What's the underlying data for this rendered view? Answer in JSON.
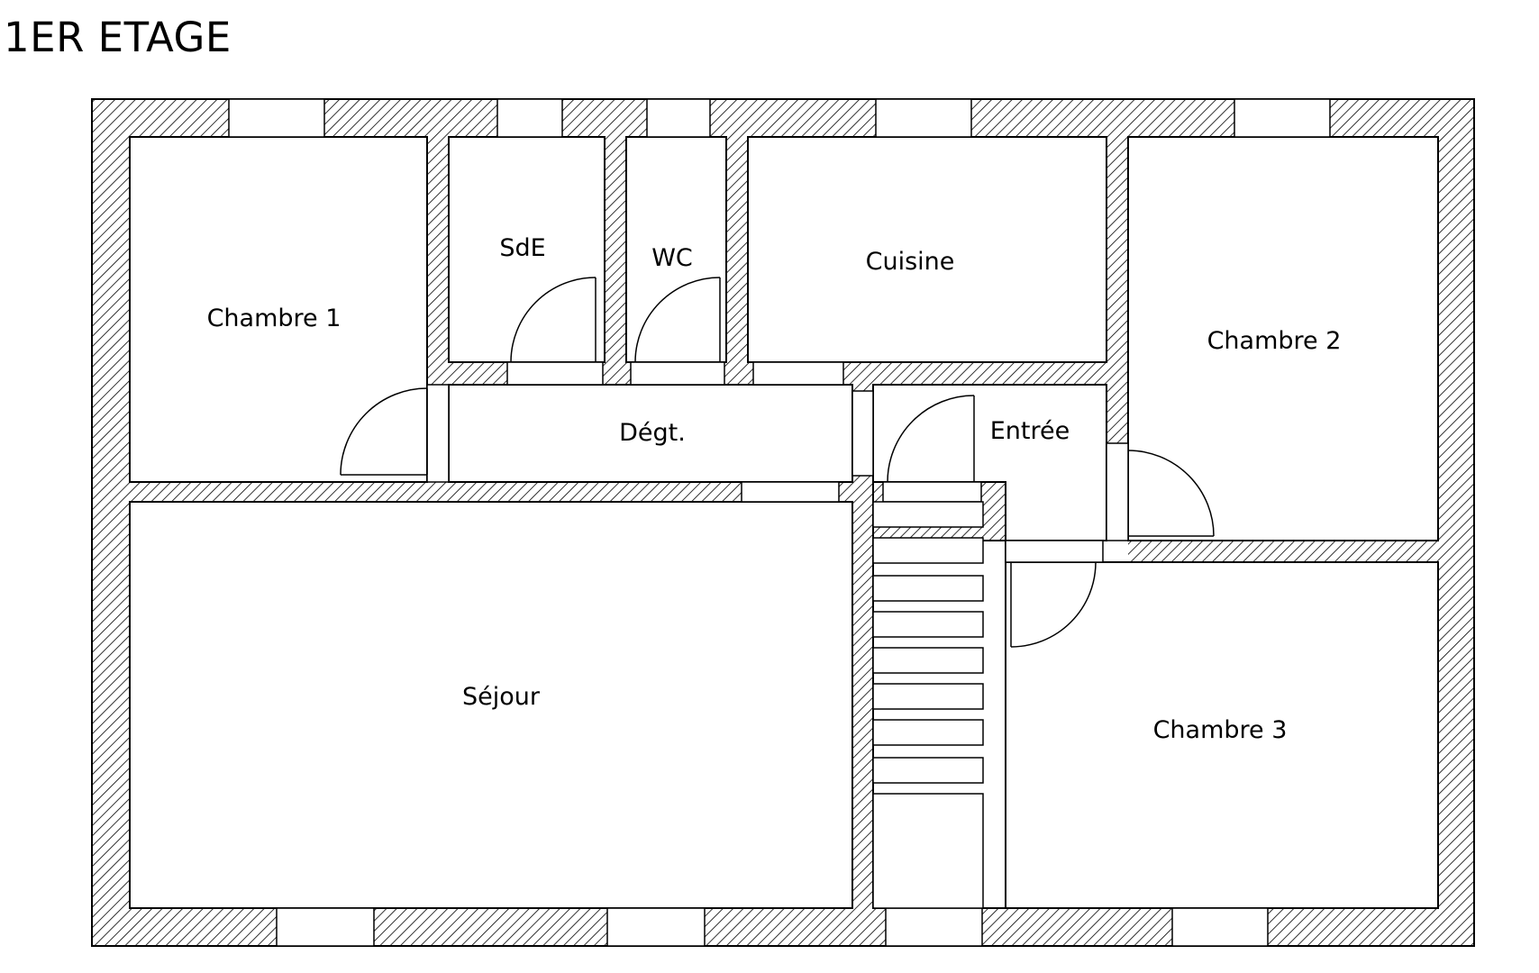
{
  "title": "1ER ETAGE",
  "rooms": {
    "chambre_1": "Chambre 1",
    "sde": "SdE",
    "wc": "WC",
    "cuisine": "Cuisine",
    "chambre_2": "Chambre 2",
    "degt": "Dégt.",
    "entree": "Entrée",
    "sejour": "Séjour",
    "chambre_3": "Chambre 3"
  },
  "colors": {
    "line": "#000000",
    "background": "#ffffff"
  }
}
